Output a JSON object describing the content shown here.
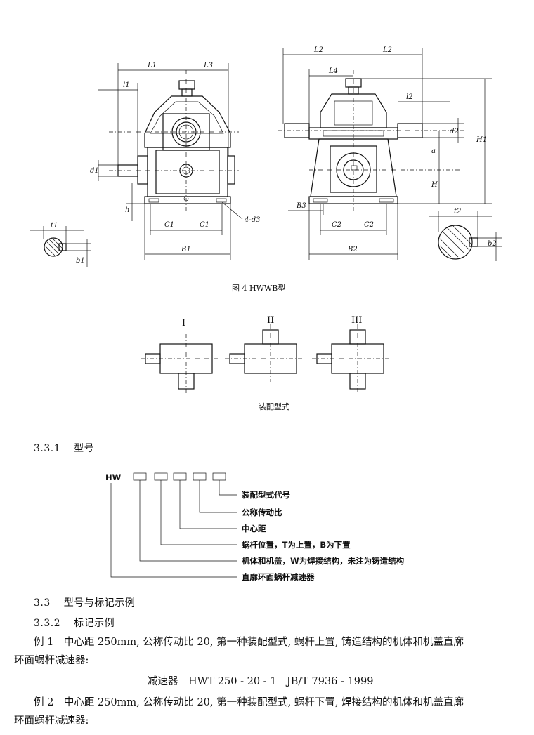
{
  "figure4": {
    "caption": "图 4 HWWB型",
    "labels": {
      "L1": "L1",
      "L3": "L3",
      "l1": "l1",
      "d1": "d1",
      "h": "h",
      "C1a": "C1",
      "C1b": "C1",
      "B1": "B1",
      "d3": "4-d3",
      "L2a": "L2",
      "L2b": "L2",
      "L4": "L4",
      "l2": "l2",
      "d2": "d2",
      "a": "a",
      "H1": "H1",
      "H": "H",
      "B3": "B3",
      "C2a": "C2",
      "C2b": "C2",
      "B2": "B2",
      "t1": "t1",
      "b1": "b1",
      "t2": "t2",
      "b2": "b2"
    }
  },
  "assembly": {
    "caption": "装配型式",
    "types": [
      "I",
      "II",
      "III"
    ]
  },
  "section_331": {
    "num": "3.3.1",
    "title": "型号"
  },
  "model_code": {
    "prefix": "HW",
    "legend": [
      "装配型式代号",
      "公称传动比",
      "中心距",
      "蜗杆位置，T为上置，B为下置",
      "机体和机盖，W为焊接结构，未注为铸造结构",
      "直廓环面蜗杆减速器"
    ]
  },
  "section_33": {
    "num": "3.3",
    "title": "型号与标记示例"
  },
  "section_332": {
    "num": "3.3.2",
    "title": "标记示例"
  },
  "example1": {
    "text_a": "例 1　中心距 250mm, 公称传动比 20, 第一种装配型式, 蜗杆上置, 铸造结构的机体和机盖直廓",
    "text_b": "环面蜗杆减速器:",
    "mark": "减速器　HWT 250 - 20 - 1　JB/T 7936 - 1999"
  },
  "example2": {
    "text_a": "例 2　中心距 250mm, 公称传动比 20, 第一种装配型式, 蜗杆下置, 焊接结构的机体和机盖直廓",
    "text_b": "环面蜗杆减速器:"
  }
}
